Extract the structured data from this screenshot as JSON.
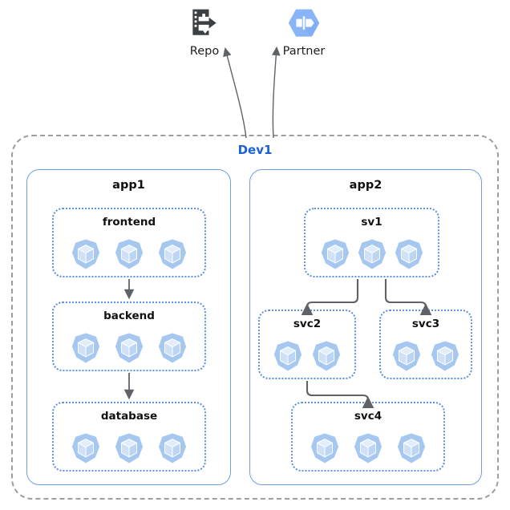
{
  "diagram": {
    "title": "Dev1",
    "background": "#ffffff"
  },
  "colors": {
    "env_border": "#9e9e9e",
    "env_label": "#1a62d6",
    "app_border": "#6f9fe0",
    "service_border": "#5b8fe0",
    "pod_fill": "#a6c8f0",
    "pod_cube": "#cfe0f7",
    "edge": "#5f6368",
    "repo_icon": "#3c4043",
    "partner_icon": "#8ab4f8",
    "label_text": "#111111"
  },
  "external_nodes": [
    {
      "id": "repo",
      "label": "Repo",
      "icon": "repo-icon"
    },
    {
      "id": "partner",
      "label": "Partner",
      "icon": "partner-hexagon-icon"
    }
  ],
  "environment": {
    "name": "Dev1",
    "border_style": "dashed",
    "apps": [
      {
        "id": "app1",
        "label": "app1",
        "services": [
          {
            "id": "frontend",
            "label": "frontend",
            "pods": 3
          },
          {
            "id": "backend",
            "label": "backend",
            "pods": 3
          },
          {
            "id": "database",
            "label": "database",
            "pods": 3
          }
        ]
      },
      {
        "id": "app2",
        "label": "app2",
        "services": [
          {
            "id": "sv1",
            "label": "sv1",
            "pods": 3
          },
          {
            "id": "svc2",
            "label": "svc2",
            "pods": 2
          },
          {
            "id": "svc3",
            "label": "svc3",
            "pods": 2
          },
          {
            "id": "svc4",
            "label": "svc4",
            "pods": 3
          }
        ]
      }
    ]
  },
  "connections": [
    {
      "from": "frontend",
      "to": "backend",
      "style": "straight-arrow"
    },
    {
      "from": "backend",
      "to": "database",
      "style": "straight-arrow"
    },
    {
      "from": "sv1",
      "to": "svc2",
      "style": "elbow-arrow"
    },
    {
      "from": "sv1",
      "to": "svc3",
      "style": "elbow-arrow"
    },
    {
      "from": "svc2",
      "to": "svc4",
      "style": "elbow-arrow"
    },
    {
      "from": "Dev1",
      "to": "repo",
      "style": "curved-arrow"
    },
    {
      "from": "Dev1",
      "to": "partner",
      "style": "curved-arrow"
    }
  ]
}
